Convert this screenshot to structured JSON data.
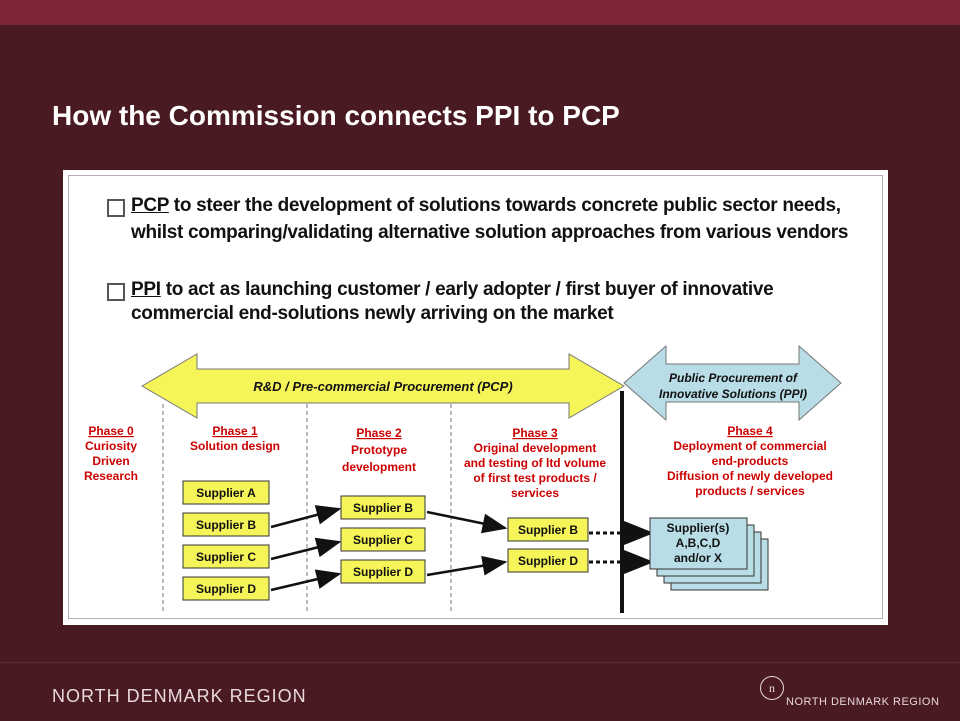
{
  "slide": {
    "title": "How the Commission connects PPI to PCP"
  },
  "bullets": [
    {
      "term": "PCP",
      "line1_rest": " to steer the development of solutions towards concrete public sector needs,",
      "line2": "whilst comparing/validating alternative solution approaches from various vendors"
    },
    {
      "term": "PPI",
      "line1_rest": " to act as launching customer / early adopter / first buyer of innovative",
      "line2": "commercial end-solutions newly arriving on the market"
    }
  ],
  "arrows": {
    "pcp_label": "R&D / Pre-commercial Procurement (PCP)",
    "ppi_label_line1": "Public Procurement of",
    "ppi_label_line2": "Innovative Solutions (PPI)"
  },
  "phases": [
    {
      "name": "Phase 0",
      "lines": [
        "Curiosity",
        "Driven",
        "Research"
      ]
    },
    {
      "name": "Phase 1",
      "lines": [
        "Solution design"
      ]
    },
    {
      "name": "Phase 2",
      "lines": [
        "Prototype",
        "development"
      ]
    },
    {
      "name": "Phase 3",
      "lines": [
        "Original development",
        "and testing of ltd volume",
        "of first test products /",
        "services"
      ]
    },
    {
      "name": "Phase 4",
      "lines": [
        "Deployment of commercial",
        "end-products",
        "Diffusion of newly developed",
        "products / services"
      ]
    }
  ],
  "suppliers": {
    "phase1": [
      "Supplier A",
      "Supplier B",
      "Supplier C",
      "Supplier D"
    ],
    "phase2": [
      "Supplier B",
      "Supplier C",
      "Supplier D"
    ],
    "phase3": [
      "Supplier B",
      "Supplier D"
    ],
    "phase4": [
      "Supplier(s)",
      "A,B,C,D",
      "and/or X"
    ]
  },
  "footer": {
    "left": "NORTH DENMARK REGION",
    "right": "NORTH DENMARK REGION",
    "logo": "n"
  },
  "colors": {
    "background": "#4a1a22",
    "topbar": "#7d2636",
    "pcp_arrow": "#f5f55a",
    "ppi_arrow": "#b8dde6",
    "supplier_box": "#f5f55a",
    "phase_label": "#cc0000"
  }
}
